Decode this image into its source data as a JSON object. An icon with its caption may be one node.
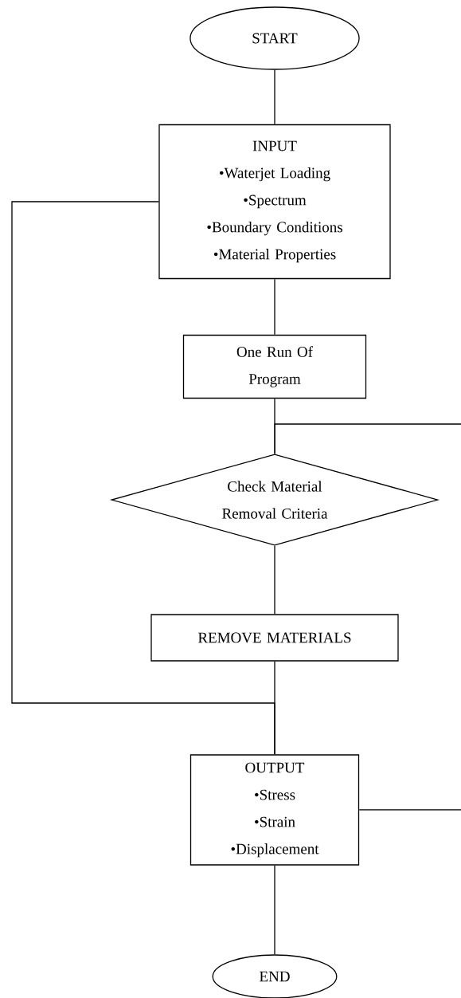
{
  "diagram": {
    "nodes": [
      {
        "text": [
          "START"
        ]
      },
      {
        "text": [
          "INPUT",
          "•Waterjet Loading",
          "•Spectrum",
          "•Boundary Conditions",
          "•Material Properties"
        ]
      },
      {
        "text": [
          "One Run Of Program"
        ]
      },
      {
        "text": [
          "Check Material Removal Criteria"
        ]
      },
      {
        "text": [
          "REMOVE MATERIALS"
        ]
      },
      {
        "text": [
          "OUTPUT",
          "•Stress",
          "•Strain",
          "•Displacement"
        ]
      },
      {
        "text": [
          "END"
        ]
      }
    ],
    "edges": [
      {
        "from": 0,
        "to": 1,
        "arrow": "none"
      },
      {
        "from": 1,
        "to": 2,
        "arrow": "none"
      },
      {
        "from": 2,
        "to": 3,
        "arrow": "none"
      },
      {
        "from": 3,
        "to": 4,
        "arrow": "none"
      },
      {
        "from": 4,
        "to": 5,
        "arrow": "none"
      },
      {
        "from": 1,
        "to": 5,
        "arrow": "none"
      },
      {
        "from": null,
        "to": 3,
        "arrow": "none"
      },
      {
        "from": 5,
        "to": null,
        "arrow": "none"
      },
      {
        "from": 5,
        "to": 6,
        "arrow": "none"
      }
    ]
  }
}
